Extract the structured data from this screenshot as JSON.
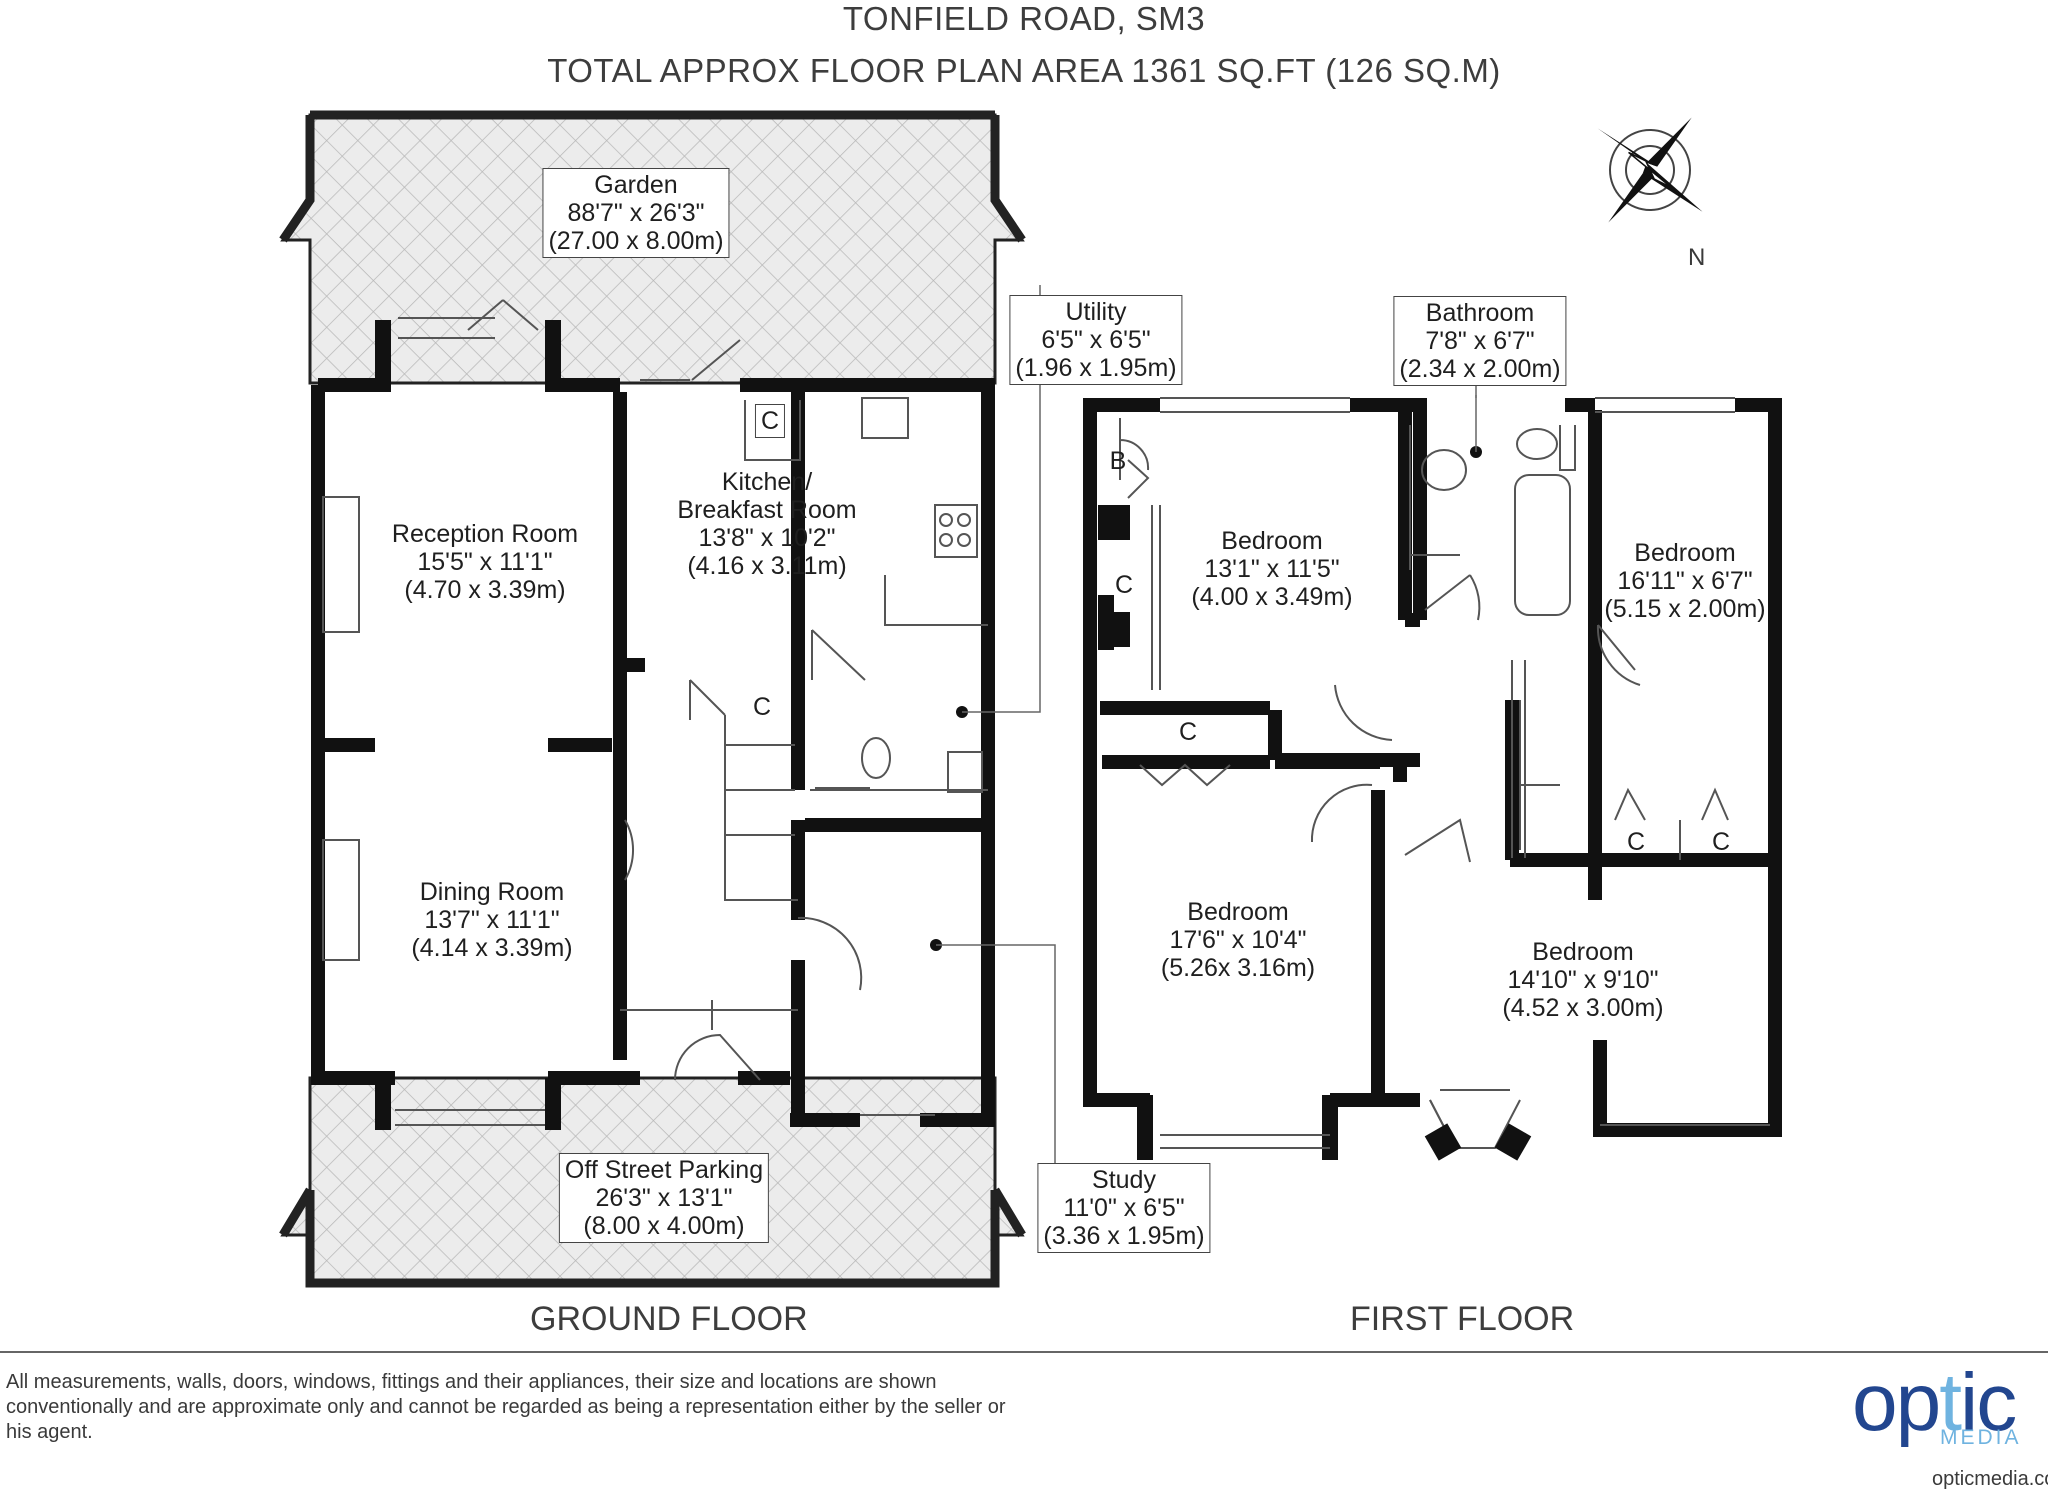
{
  "header": {
    "address": "TONFIELD ROAD, SM3",
    "area": "TOTAL APPROX FLOOR PLAN AREA 1361 SQ.FT (126 SQ.M)"
  },
  "compass": {
    "north": "N"
  },
  "ground_floor": {
    "label": "GROUND FLOOR",
    "garden": {
      "name": "Garden",
      "imperial": "88'7\" x 26'3\"",
      "metric": "(27.00 x 8.00m)"
    },
    "reception": {
      "name": "Reception Room",
      "imperial": "15'5\" x 11'1\"",
      "metric": "(4.70 x 3.39m)"
    },
    "dining": {
      "name": "Dining Room",
      "imperial": "13'7\" x 11'1\"",
      "metric": "(4.14 x 3.39m)"
    },
    "kitchen": {
      "name_line1": "Kitchen/",
      "name_line2": "Breakfast Room",
      "imperial": "13'8\" x 10'2\"",
      "metric": "(4.16 x 3.11m)"
    },
    "utility": {
      "name": "Utility",
      "imperial": "6'5\" x 6'5\"",
      "metric": "(1.96 x 1.95m)"
    },
    "study": {
      "name": "Study",
      "imperial": "11'0\" x 6'5\"",
      "metric": "(3.36 x 1.95m)"
    },
    "parking": {
      "name": "Off Street Parking",
      "imperial": "26'3\" x 13'1\"",
      "metric": "(8.00 x 4.00m)"
    },
    "cupboard_kitchen": "C",
    "cupboard_hall": "C"
  },
  "first_floor": {
    "label": "FIRST FLOOR",
    "bathroom": {
      "name": "Bathroom",
      "imperial": "7'8\" x 6'7\"",
      "metric": "(2.34 x 2.00m)"
    },
    "bedroom1": {
      "name": "Bedroom",
      "imperial": "13'1\" x 11'5\"",
      "metric": "(4.00 x 3.49m)"
    },
    "bedroom2": {
      "name": "Bedroom",
      "imperial": "16'11\" x 6'7\"",
      "metric": "(5.15 x 2.00m)"
    },
    "bedroom3": {
      "name": "Bedroom",
      "imperial": "17'6\" x 10'4\"",
      "metric": "(5.26x 3.16m)"
    },
    "bedroom4": {
      "name": "Bedroom",
      "imperial": "14'10\" x 9'10\"",
      "metric": "(4.52 x 3.00m)"
    },
    "boiler": "B",
    "cupboard_a": "C",
    "cupboard_b": "C",
    "cupboard_c": "C",
    "cupboard_d": "C"
  },
  "footer": {
    "disclaimer": "All measurements, walls, doors, windows, fittings and their appliances, their size and locations are shown conventionally and are approximate only and cannot be regarded as being a representation either by the seller or his agent.",
    "logo_a": "op",
    "logo_b": "t",
    "logo_c": "ic",
    "logo_sub": "MEDIA",
    "url": "opticmedia.co.uk"
  }
}
